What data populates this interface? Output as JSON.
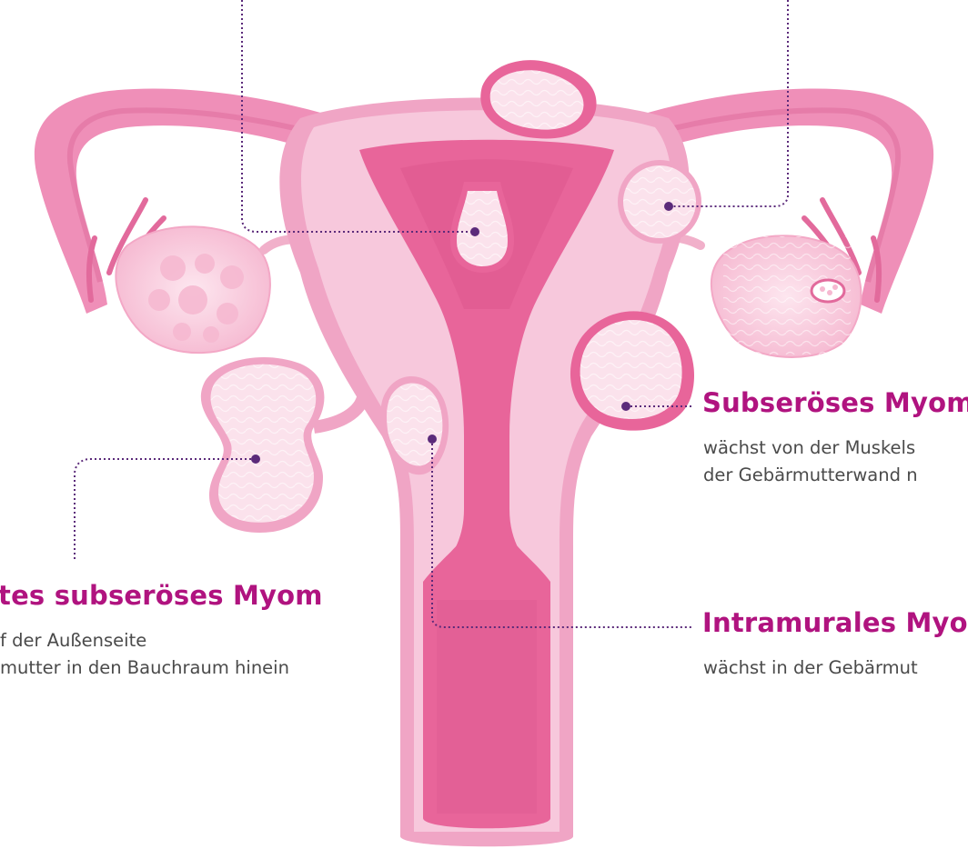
{
  "labels": {
    "subseroses": {
      "title": "Subseröses Myom",
      "desc": [
        "wächst von der Muskels",
        "der Gebärmutterwand n"
      ]
    },
    "intramurales": {
      "title": "Intramurales Myo",
      "desc": [
        "wächst in der Gebärmut"
      ]
    },
    "gestieltes": {
      "title": "tes subseröses Myom",
      "desc": [
        "f der Außenseite",
        "mutter in den Bauchraum hinein"
      ]
    }
  },
  "colors": {
    "accent": "#b0137f",
    "leader": "#5b2a7a",
    "uterus_outer": "#ef8fb8",
    "uterus_inner": "#f7c8dc",
    "cavity": "#e8659a",
    "myoma": "#fbe2ec"
  },
  "icons": [
    "uterus-illustration",
    "leader-dot",
    "dotted-connector-line"
  ]
}
